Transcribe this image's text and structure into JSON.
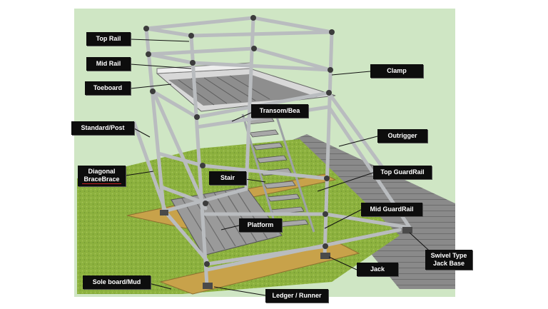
{
  "labels": {
    "top_rail": "Top Rail",
    "mid_rail": "Mid Rail",
    "toeboard": "Toeboard",
    "standard_post": "Standard/Post",
    "diagonal_brace_1": "Diagonal",
    "diagonal_brace_2": "BraceBrace",
    "clamp": "Clamp",
    "transom": "Transom/Bea",
    "outrigger": "Outrigger",
    "stair": "Stair",
    "top_guardrail": "Top GuardRail",
    "mid_guardrail": "Mid GuardRail",
    "platform": "Platform",
    "swivel_1": "Swivel Type",
    "swivel_2": "Jack Base",
    "jack": "Jack",
    "sole_board": "Sole board/Mud",
    "ledger": "Ledger / Runner"
  },
  "colors": {
    "background_panel": "#cfe6c4",
    "grass": "#8cb13e",
    "walkway": "#7f7f7f",
    "sole_board": "#c8a24a",
    "tube": "#b9bcbf",
    "label_bg": "#0d0d0d"
  }
}
